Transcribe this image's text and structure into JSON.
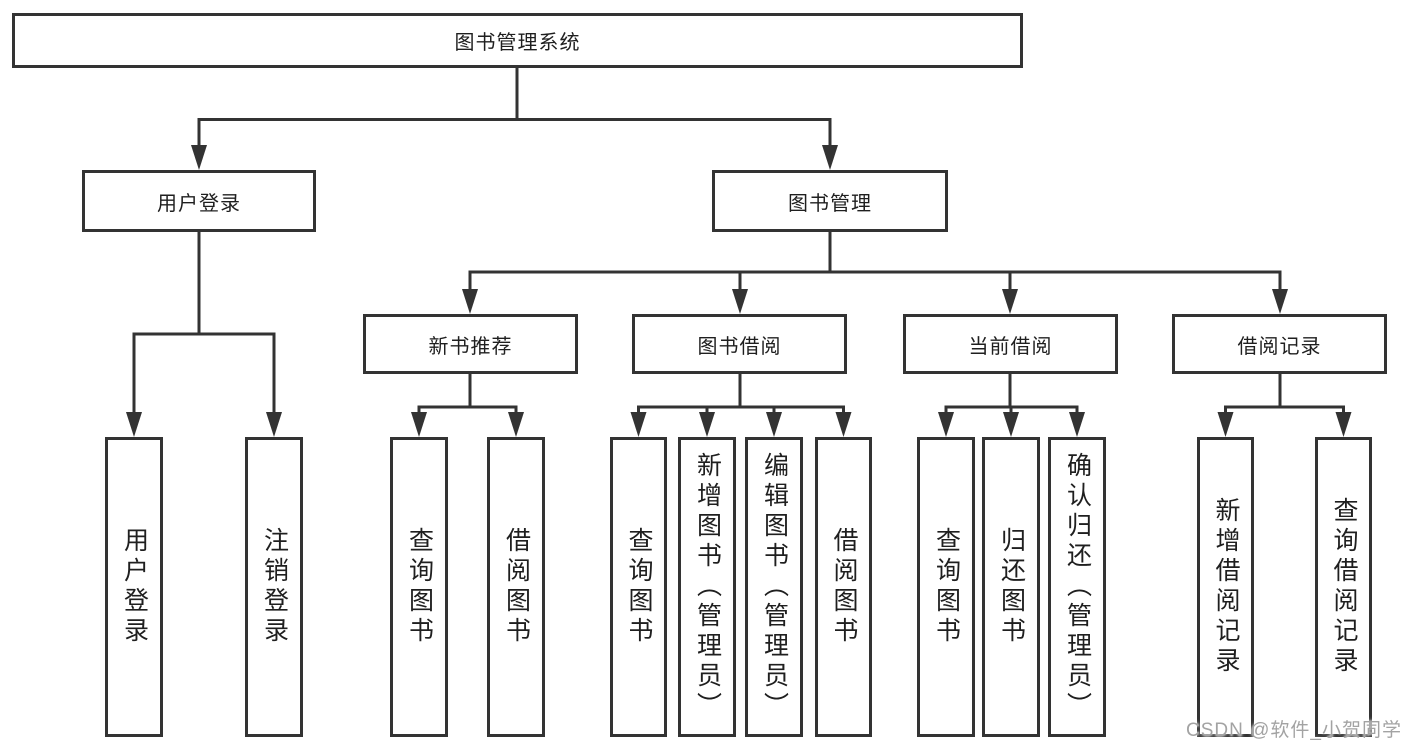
{
  "diagram": {
    "root": "图书管理系统",
    "branches": [
      {
        "label": "用户登录",
        "children": [
          {
            "label": "用户登录"
          },
          {
            "label": "注销登录"
          }
        ]
      },
      {
        "label": "图书管理",
        "children": [
          {
            "label": "新书推荐",
            "children": [
              {
                "label": "查询图书"
              },
              {
                "label": "借阅图书"
              }
            ]
          },
          {
            "label": "图书借阅",
            "children": [
              {
                "label": "查询图书"
              },
              {
                "label": "新增图书（管理员）"
              },
              {
                "label": "编辑图书（管理员）"
              },
              {
                "label": "借阅图书"
              }
            ]
          },
          {
            "label": "当前借阅",
            "children": [
              {
                "label": "查询图书"
              },
              {
                "label": "归还图书"
              },
              {
                "label": "确认归还（管理员）"
              }
            ]
          },
          {
            "label": "借阅记录",
            "children": [
              {
                "label": "新增借阅记录"
              },
              {
                "label": "查询借阅记录"
              }
            ]
          }
        ]
      }
    ]
  },
  "watermark": {
    "text": "CSDN @软件_小贺同学"
  },
  "colors": {
    "line": "#333333",
    "box_border": "#333333",
    "box_fill": "#ffffff",
    "text": "#1f1f1f",
    "watermark": "#a3a3a3",
    "background": "#ffffff"
  }
}
